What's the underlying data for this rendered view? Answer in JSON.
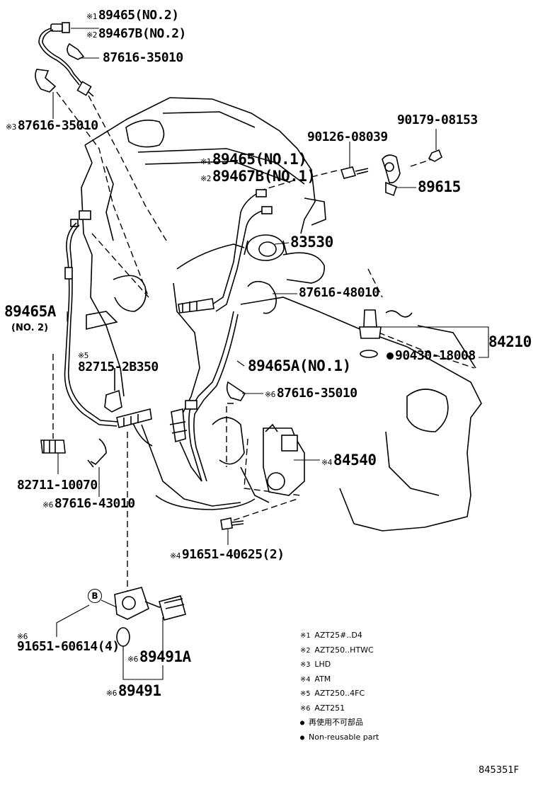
{
  "labels": {
    "p1": {
      "prefix": "※1",
      "text": "89465(NO.2)"
    },
    "p2": {
      "prefix": "※2",
      "text": "89467B(NO.2)"
    },
    "p3": {
      "prefix": "",
      "text": "87616-35010"
    },
    "p4": {
      "prefix": "※3",
      "text": "87616-35010"
    },
    "p5": {
      "prefix": "",
      "text": "90126-08039"
    },
    "p6": {
      "prefix": "",
      "text": "90179-08153"
    },
    "p7": {
      "prefix": "※1",
      "text": "89465(NO.1)"
    },
    "p8": {
      "prefix": "※2",
      "text": "89467B(NO.1)"
    },
    "p9": {
      "prefix": "",
      "text": "89615"
    },
    "p10": {
      "prefix": "",
      "text": "83530"
    },
    "p11": {
      "prefix": "",
      "text": "87616-48010"
    },
    "p12": {
      "prefix": "",
      "text": "89465A"
    },
    "p12sub": {
      "prefix": "",
      "text": "(NO. 2)"
    },
    "p13": {
      "prefix": "",
      "text": "84210"
    },
    "p14": {
      "prefix": "",
      "text": "90430-18008"
    },
    "p15pre": {
      "prefix": "※5",
      "text": ""
    },
    "p15": {
      "prefix": "",
      "text": "82715-2B350"
    },
    "p16": {
      "prefix": "",
      "text": "89465A(NO.1)"
    },
    "p17": {
      "prefix": "※6",
      "text": "87616-35010"
    },
    "p18": {
      "prefix": "※4",
      "text": "84540"
    },
    "p19": {
      "prefix": "",
      "text": "82711-10070"
    },
    "p20": {
      "prefix": "※6",
      "text": "87616-43010"
    },
    "p21": {
      "prefix": "※4",
      "text": "91651-40625(2)"
    },
    "p22pre": {
      "prefix": "※6",
      "text": ""
    },
    "p22": {
      "prefix": "",
      "text": "91651-60614(4)"
    },
    "p23": {
      "prefix": "※6",
      "text": "89491A"
    },
    "p24": {
      "prefix": "※6",
      "text": "89491"
    }
  },
  "ref_marker": "B",
  "legend": [
    {
      "key": "※1",
      "text": "AZT25#..D4"
    },
    {
      "key": "※2",
      "text": "AZT250..HTWC"
    },
    {
      "key": "※3",
      "text": "LHD"
    },
    {
      "key": "※4",
      "text": "ATM"
    },
    {
      "key": "※5",
      "text": "AZT250..4FC"
    },
    {
      "key": "※6",
      "text": "AZT251"
    },
    {
      "key": "●",
      "text": "再使用不可部品"
    },
    {
      "key": "●",
      "text": "Non-reusable part"
    }
  ],
  "figure_code": "845351F"
}
